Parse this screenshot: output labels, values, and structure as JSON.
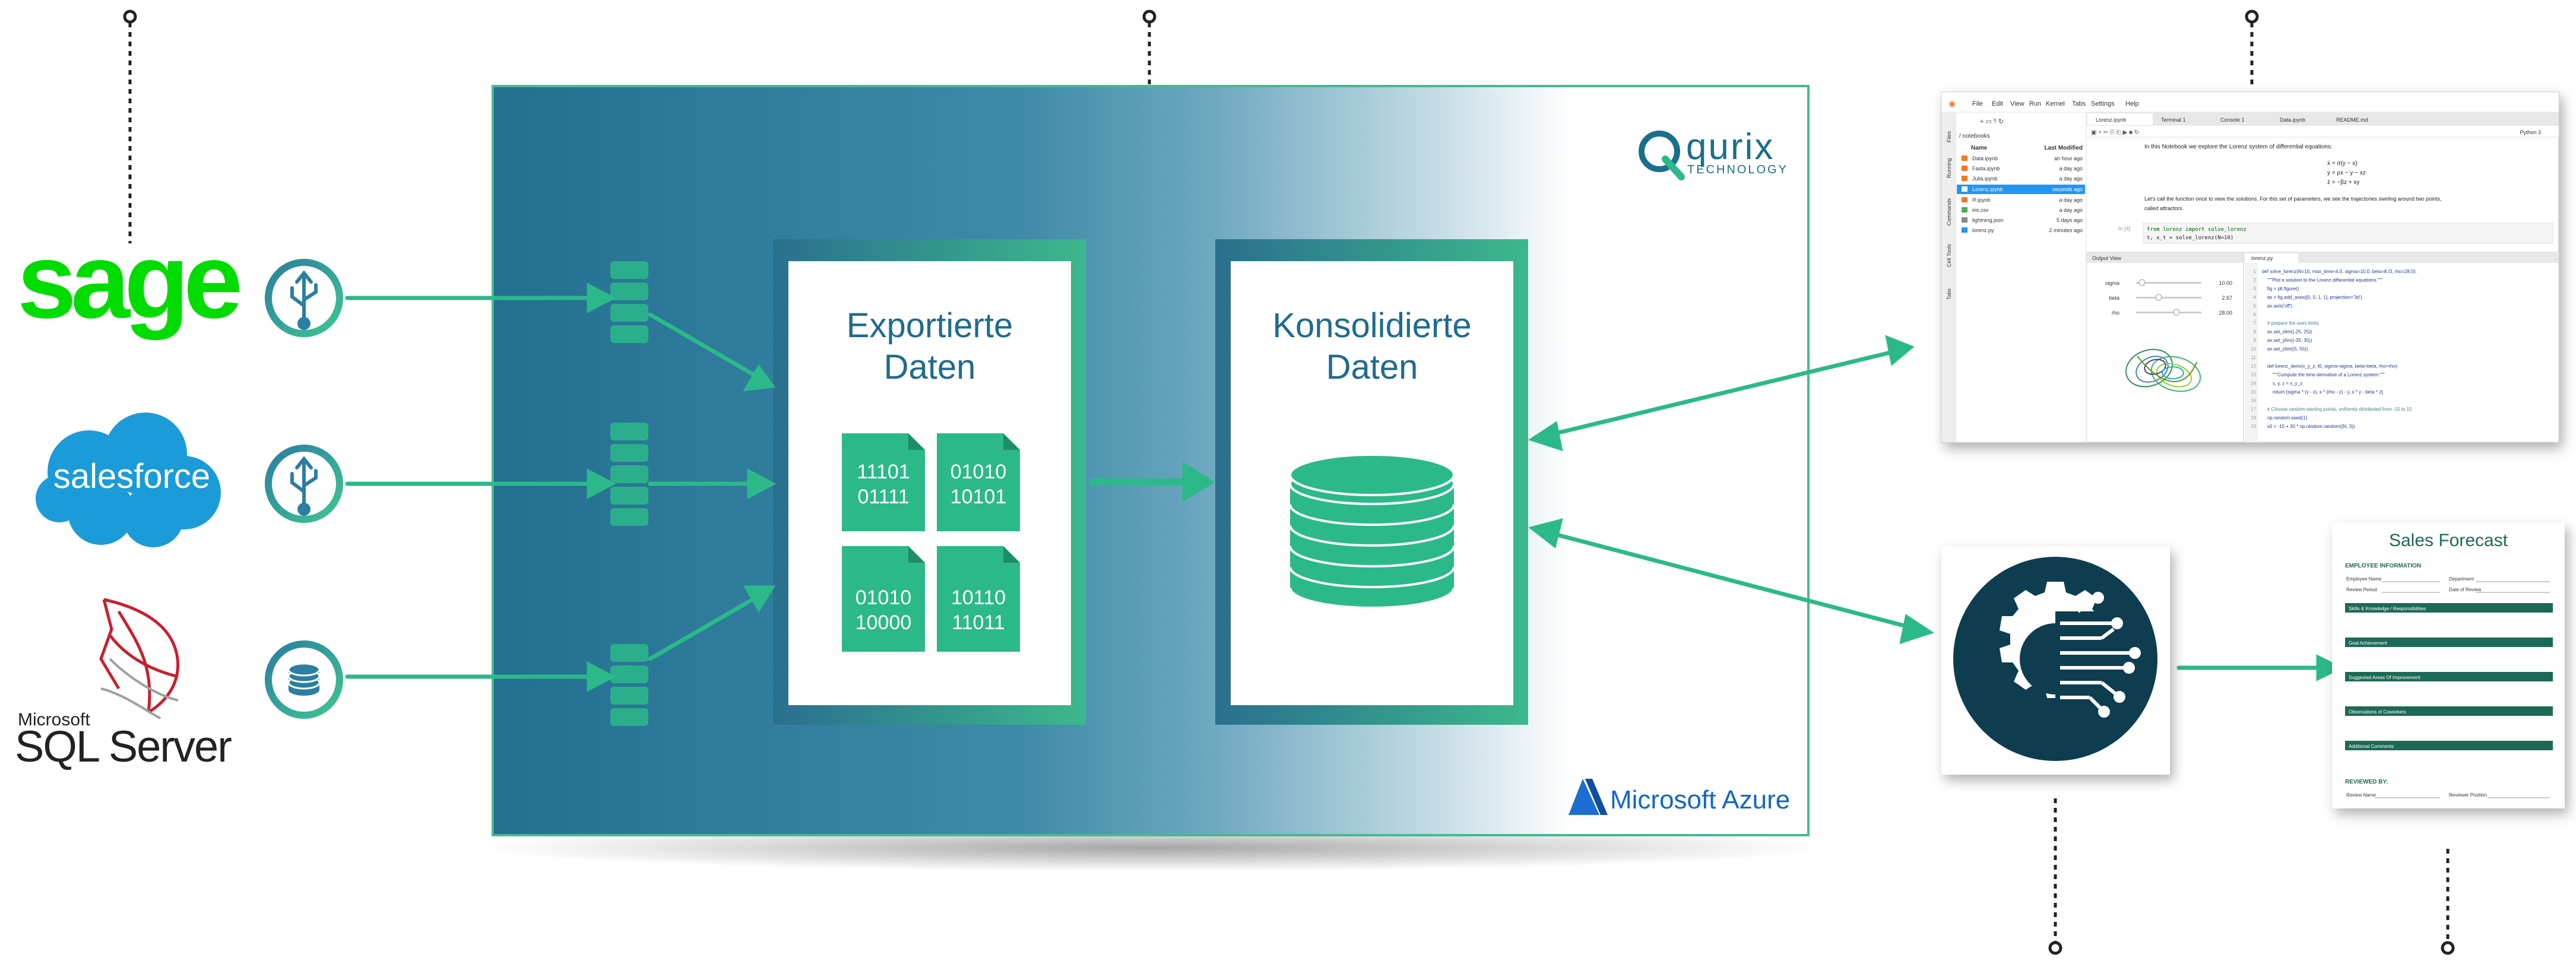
{
  "sources": {
    "sage": "sage",
    "salesforce": "salesforce",
    "sqlserver_brand": "Microsoft",
    "sqlserver_name": "SQL Server"
  },
  "panels": {
    "exported_line1": "Exportierte",
    "exported_line2": "Daten",
    "consolidated_line1": "Konsolidierte",
    "consolidated_line2": "Daten"
  },
  "binary": {
    "doc1": [
      "11101",
      "01111"
    ],
    "doc2": [
      "01010",
      "10101"
    ],
    "doc3": [
      "01010",
      "10000"
    ],
    "doc4": [
      "10110",
      "11011"
    ]
  },
  "brand": {
    "qurix": "qurix",
    "technology": "TECHNOLOGY",
    "azure": "Microsoft Azure"
  },
  "jupyter": {
    "menu": [
      "File",
      "Edit",
      "View",
      "Run",
      "Kernel",
      "Tabs",
      "Settings",
      "Help"
    ],
    "tabs": [
      "Lorenz.ipynb",
      "Terminal 1",
      "Console 1",
      "Data.ipynb",
      "README.md"
    ],
    "kernel": "Python 3",
    "path": "/ notebooks",
    "col_name": "Name",
    "col_modified": "Last Modified",
    "files": [
      {
        "name": "Data.ipynb",
        "time": "an hour ago"
      },
      {
        "name": "Fasta.ipynb",
        "time": "a day ago"
      },
      {
        "name": "Julia.ipynb",
        "time": "a day ago"
      },
      {
        "name": "Lorenz.ipynb",
        "time": "seconds ago"
      },
      {
        "name": "R.ipynb",
        "time": "a day ago"
      },
      {
        "name": "iris.csv",
        "time": "a day ago"
      },
      {
        "name": "lightning.json",
        "time": "5 days ago"
      },
      {
        "name": "lorenz.py",
        "time": "2 minutes ago"
      }
    ],
    "side_tabs": [
      "Files",
      "Running",
      "Commands",
      "Cell Tools",
      "Tabs"
    ],
    "nb_intro": "In this Notebook we explore the Lorenz system of differential equations:",
    "eq1": "ẋ = σ(y − x)",
    "eq2": "ẏ = ρx − y − xz",
    "eq3": "ż = −βz + xy",
    "nb_text1": "Let's call the function once to view the solutions. For this set of parameters, we see the trajectories swirling around two points,",
    "nb_text2": "called attractors.",
    "cell_prompt": "In [4]:",
    "cell_code1": "from lorenz import solve_lorenz",
    "cell_code2": "t, x_t = solve_lorenz(N=10)",
    "output_tab": "Output View",
    "file_tab": "lorenz.py",
    "sliders": [
      {
        "label": "sigma",
        "value": "10.00"
      },
      {
        "label": "beta",
        "value": "2.67"
      },
      {
        "label": "rho",
        "value": "28.00"
      }
    ],
    "code": [
      "def solve_lorenz(N=10, max_time=4.0, sigma=10.0, beta=8./3, rho=28.0):",
      "    \"\"\"Plot a solution to the Lorenz differential equations.\"\"\"",
      "    fig = plt.figure()",
      "    ax = fig.add_axes([0, 0, 1, 1], projection='3d')",
      "    ax.axis('off')",
      "",
      "    # prepare the axes limits",
      "    ax.set_xlim((-25, 25))",
      "    ax.set_ylim((-35, 35))",
      "    ax.set_zlim((5, 55))",
      "",
      "    def lorenz_deriv(x_y_z, t0, sigma=sigma, beta=beta, rho=rho):",
      "        \"\"\"Compute the time-derivative of a Lorenz system.\"\"\"",
      "        x, y, z = x_y_z",
      "        return [sigma * (y - x), x * (rho - z) - y, x * y - beta * z]",
      "",
      "    # Choose random starting points, uniformly distributed from -15 to 15",
      "    np.random.seed(1)",
      "    x0 = -15 + 30 * np.random.random((N, 3))"
    ]
  },
  "forecast": {
    "title": "Sales Forecast",
    "section1": "EMPLOYEE INFORMATION",
    "labels": [
      "Employee Name",
      "Department",
      "Review Period",
      "Date of Review"
    ],
    "bars": [
      "Skills & Knowledge / Responsibilities",
      "Goal Achievement",
      "Suggested Areas Of Improvement",
      "Observations of Coworkers",
      "Additional Comments"
    ],
    "reviewed": "REVIEWED BY:",
    "rev_labels": [
      "Review Name",
      "Reviewer Position"
    ]
  },
  "colors": {
    "green": "#2cb98a",
    "teal": "#1f6f8b",
    "sage_green": "#00dc00",
    "salesforce_blue": "#1b9bd8",
    "navy": "#0c3c50"
  }
}
